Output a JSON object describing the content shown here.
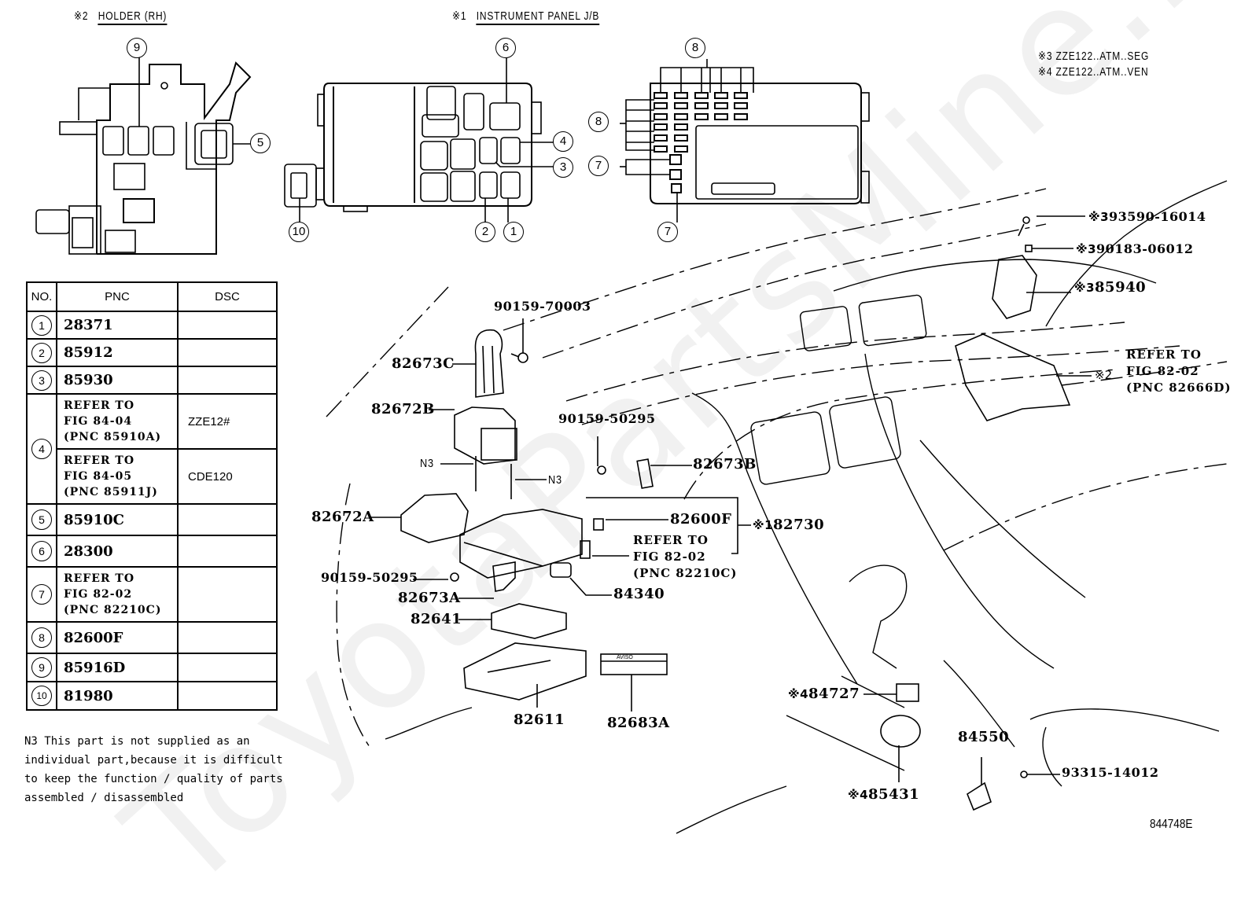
{
  "watermark": "ToyotaPartsMine.ru",
  "headers": {
    "holder": {
      "mark": "※2",
      "title": "HOLDER (RH)"
    },
    "jb": {
      "mark": "※1",
      "title": "INSTRUMENT PANEL J/B"
    }
  },
  "legend": [
    {
      "mark": "※3",
      "text": "ZZE122..ATM..SEG"
    },
    {
      "mark": "※4",
      "text": "ZZE122..ATM..VEN"
    }
  ],
  "callouts": {
    "holder": [
      "9",
      "5"
    ],
    "jb_left": [
      "6",
      "4",
      "3",
      "2",
      "1",
      "10"
    ],
    "jb_right": [
      "8",
      "8",
      "7",
      "7"
    ]
  },
  "table": {
    "headers": [
      "NO.",
      "PNC",
      "DSC"
    ],
    "rows": [
      {
        "no": "1",
        "pnc": "28371",
        "dsc": ""
      },
      {
        "no": "2",
        "pnc": "85912",
        "dsc": ""
      },
      {
        "no": "3",
        "pnc": "85930",
        "dsc": ""
      },
      {
        "no": "4",
        "pnc_lines": [
          "REFER TO",
          "FIG 84-04",
          "(PNC 85910A)"
        ],
        "dsc": "ZZE12#"
      },
      {
        "no": "4",
        "pnc_lines": [
          "REFER TO",
          "FIG 84-05",
          "(PNC 85911J)"
        ],
        "dsc": "CDE120"
      },
      {
        "no": "5",
        "pnc": "85910C",
        "dsc": ""
      },
      {
        "no": "6",
        "pnc": "28300",
        "dsc": ""
      },
      {
        "no": "7",
        "pnc_lines": [
          "REFER TO",
          "FIG 82-02",
          "(PNC 82210C)"
        ],
        "dsc": ""
      },
      {
        "no": "8",
        "pnc": "82600F",
        "dsc": ""
      },
      {
        "no": "9",
        "pnc": "85916D",
        "dsc": ""
      },
      {
        "no": "10",
        "pnc": "81980",
        "dsc": ""
      }
    ]
  },
  "note": [
    "N3 This part is not supplied as an",
    "individual part,because it is difficult",
    "to keep the function / quality of parts",
    "assembled / disassembled"
  ],
  "parts": {
    "p90159_70003": "90159-70003",
    "p82673C": "82673C",
    "p82672B": "82672B",
    "p90159_50295_top": "90159-50295",
    "p82673B": "82673B",
    "n3_left": "N3",
    "n3_right": "N3",
    "p82672A": "82672A",
    "p82600F": "82600F",
    "p82730_mark": "※1",
    "p82730": "82730",
    "ref_82210C": [
      "REFER TO",
      "FIG 82-02",
      "(PNC 82210C)"
    ],
    "p90159_50295_bottom": "90159-50295",
    "p82673A": "82673A",
    "p84340": "84340",
    "p82641": "82641",
    "p82611": "82611",
    "p82683A": "82683A",
    "label_sticker_text": "AVISO",
    "p93590_mark": "※3",
    "p93590": "93590-16014",
    "p90183_mark": "※3",
    "p90183": "90183-06012",
    "p85940_mark": "※3",
    "p85940": "85940",
    "ref_82666D": [
      "REFER TO",
      "FIG 82-02",
      "(PNC 82666D)"
    ],
    "holder_mark": "※2",
    "p84727_mark": "※4",
    "p84727": "84727",
    "p85431_mark": "※4",
    "p85431": "85431",
    "p84550": "84550",
    "p93315": "93315-14012"
  },
  "figure_id": "844748E"
}
